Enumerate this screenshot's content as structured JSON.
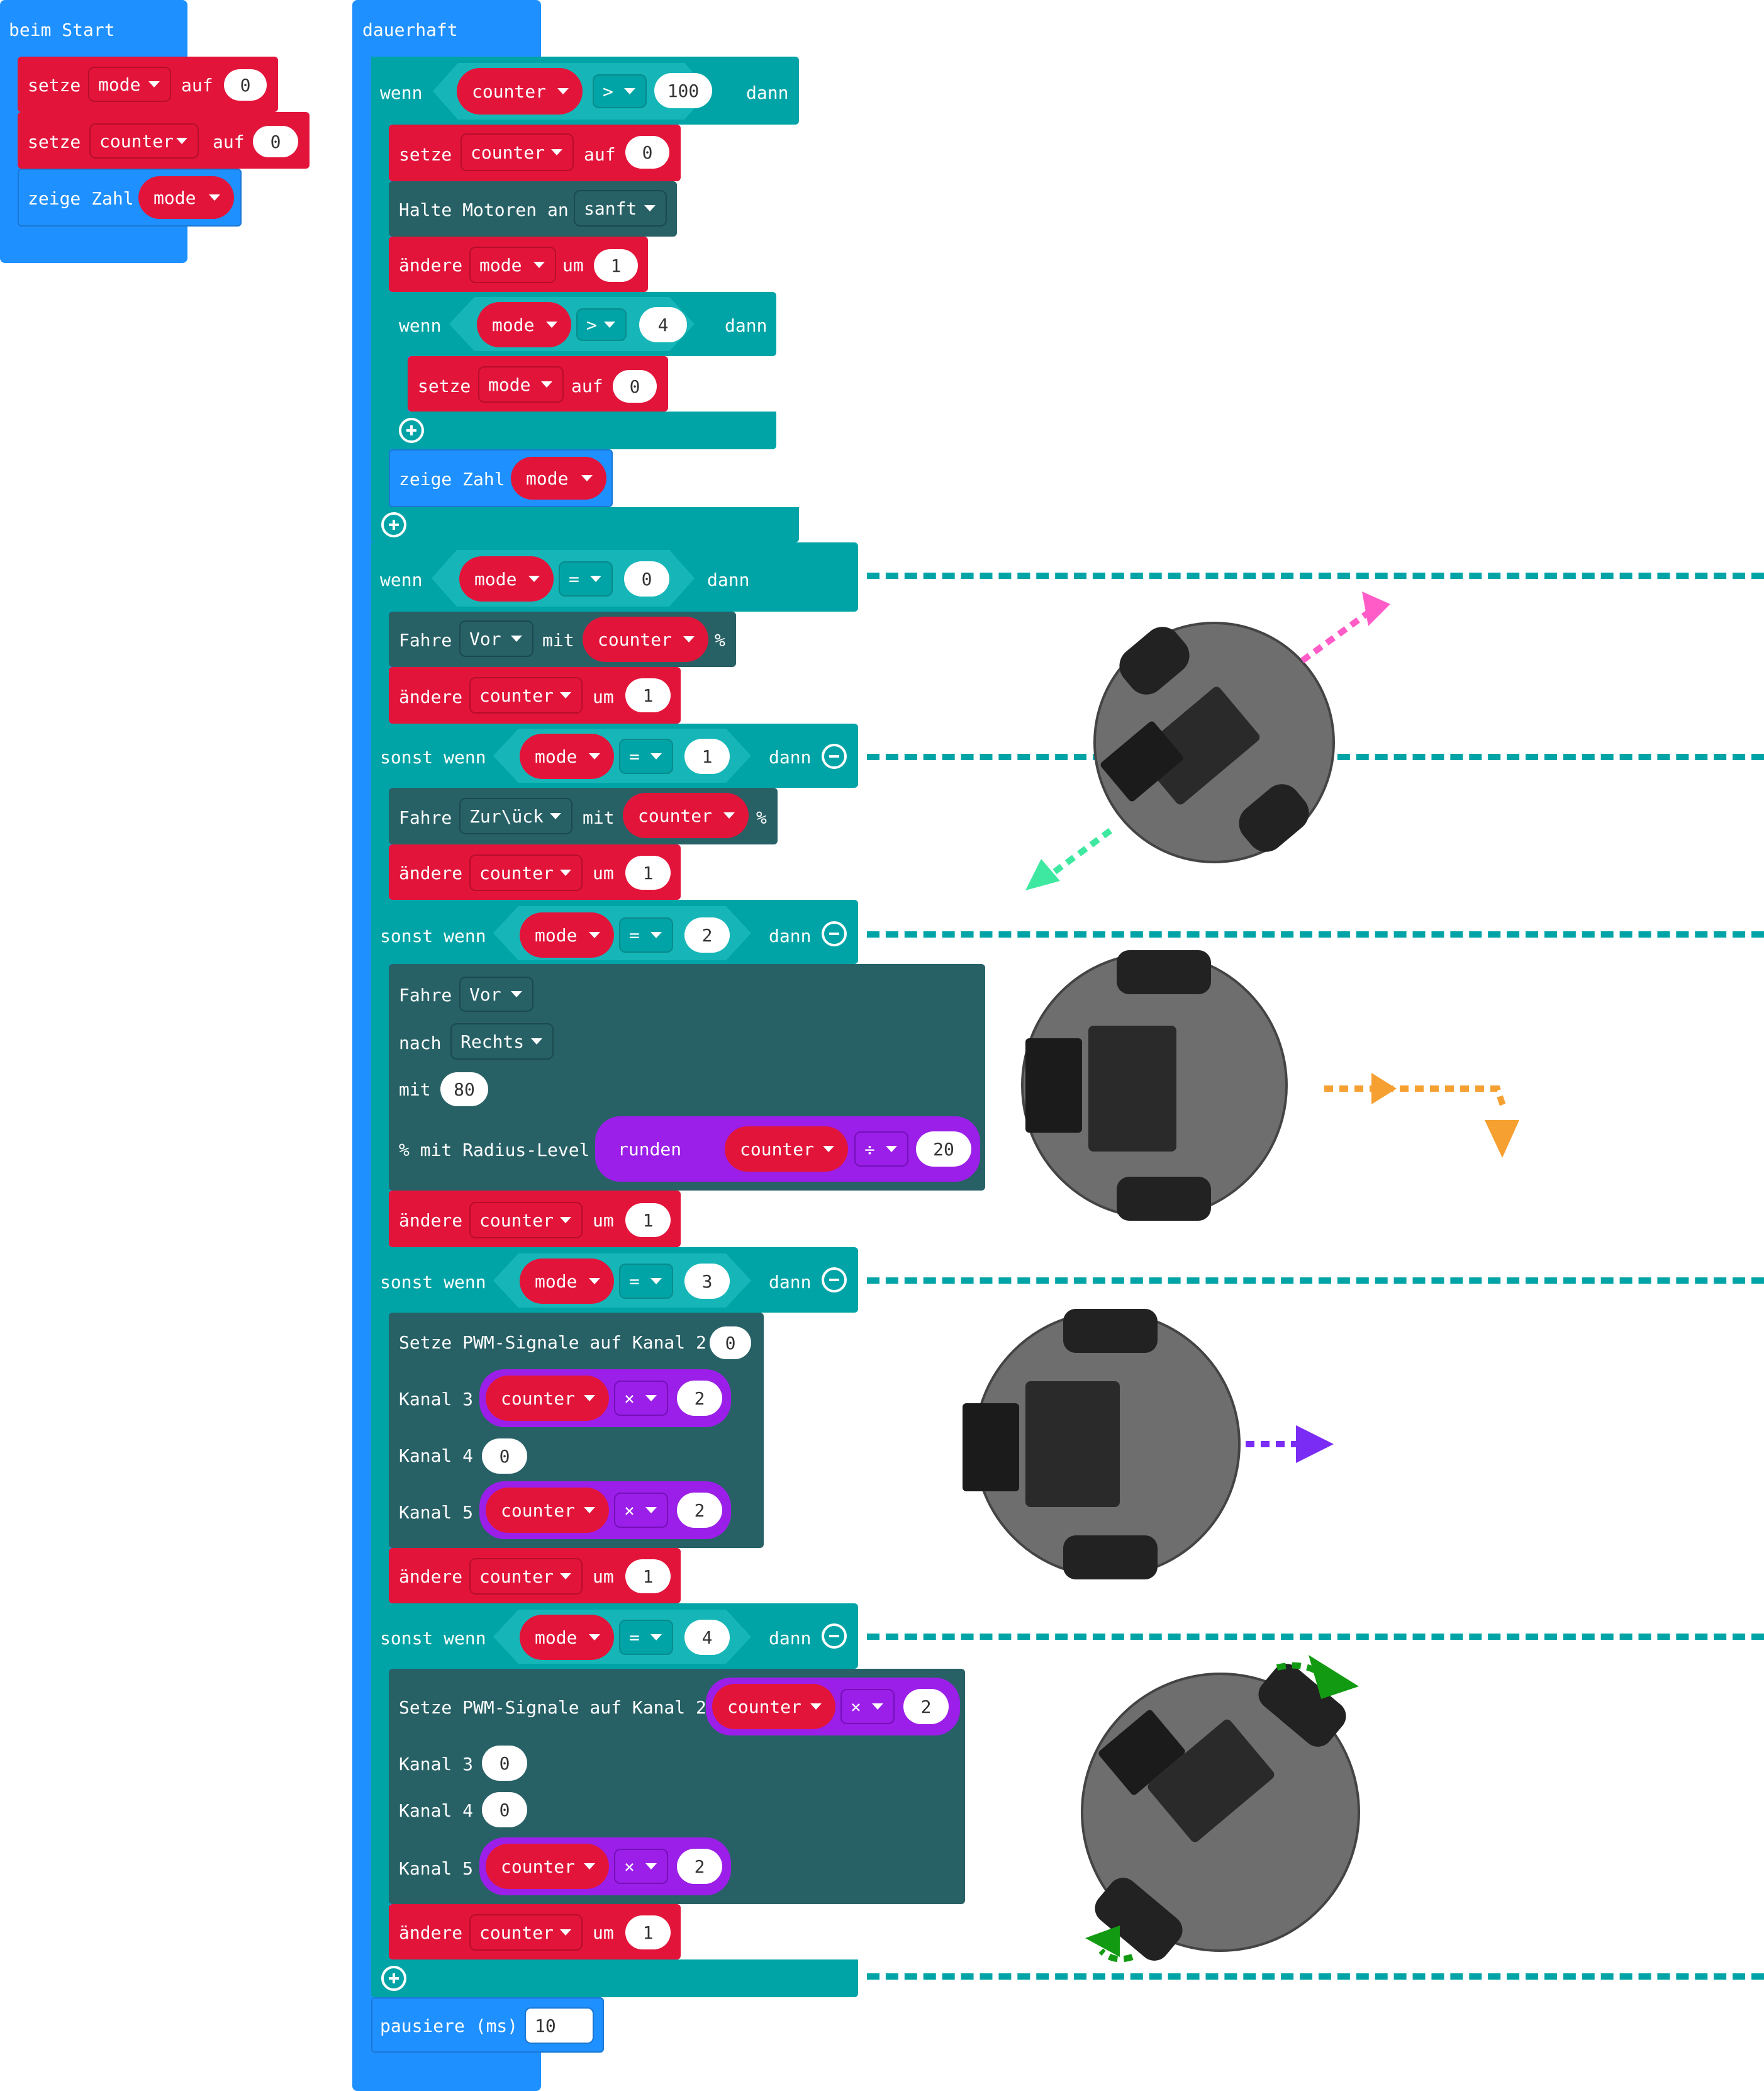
{
  "start": {
    "title": "beim Start",
    "rows": [
      {
        "cmd": "setze",
        "var": "mode",
        "to": "auf",
        "value": "0"
      },
      {
        "cmd": "setze",
        "var": "counter",
        "to": "auf",
        "value": "0"
      }
    ],
    "show": {
      "cmd": "zeige Zahl",
      "var": "mode"
    }
  },
  "forever": {
    "title": "dauerhaft",
    "if1": {
      "wenn": "wenn",
      "var": "counter",
      "op": ">",
      "value": "100",
      "dann": "dann"
    },
    "set_counter": {
      "cmd": "setze",
      "var": "counter",
      "to": "auf",
      "value": "0"
    },
    "halt": {
      "cmd": "Halte Motoren an",
      "option": "sanft"
    },
    "change_mode": {
      "cmd": "ändere",
      "var": "mode",
      "by": "um",
      "value": "1"
    },
    "if2": {
      "wenn": "wenn",
      "var": "mode",
      "op": ">",
      "value": "4",
      "dann": "dann"
    },
    "set_mode": {
      "cmd": "setze",
      "var": "mode",
      "to": "auf",
      "value": "0"
    },
    "show_mode": {
      "cmd": "zeige Zahl",
      "var": "mode"
    },
    "branch0": {
      "wenn": "wenn",
      "var": "mode",
      "op": "=",
      "value": "0",
      "dann": "dann",
      "drive": {
        "cmd": "Fahre",
        "dir": "Vor",
        "mit": "mit",
        "var": "counter",
        "pct": "%"
      }
    },
    "branch1": {
      "wenn": "sonst wenn",
      "var": "mode",
      "op": "=",
      "value": "1",
      "dann": "dann",
      "drive": {
        "cmd": "Fahre",
        "dir": "Zur\\ück",
        "mit": "mit",
        "var": "counter",
        "pct": "%"
      }
    },
    "branch2": {
      "wenn": "sonst wenn",
      "var": "mode",
      "op": "=",
      "value": "2",
      "dann": "dann",
      "drive": {
        "cmd": "Fahre",
        "dir": "Vor",
        "nach": "nach",
        "turn": "Rechts",
        "mit": "mit",
        "speed": "80",
        "radius": "% mit Radius-Level",
        "round": "runden",
        "var": "counter",
        "op": "÷",
        "div": "20"
      }
    },
    "branch3": {
      "wenn": "sonst wenn",
      "var": "mode",
      "op": "=",
      "value": "3",
      "dann": "dann",
      "pwm": {
        "title": "Setze PWM-Signale auf Kanal 2",
        "k2": "0",
        "k3": "Kanal 3",
        "k4": "Kanal 4",
        "k4v": "0",
        "k5": "Kanal 5",
        "var": "counter",
        "op": "×",
        "mul": "2"
      }
    },
    "branch4": {
      "wenn": "sonst wenn",
      "var": "mode",
      "op": "=",
      "value": "4",
      "dann": "dann",
      "pwm": {
        "title": "Setze PWM-Signale auf Kanal 2",
        "k3": "Kanal 3",
        "k3v": "0",
        "k4": "Kanal 4",
        "k4v": "0",
        "k5": "Kanal 5",
        "var": "counter",
        "op": "×",
        "mul": "2"
      }
    },
    "change_counter": {
      "cmd": "ändere",
      "var": "counter",
      "by": "um",
      "value": "1"
    },
    "pause": {
      "cmd": "pausiere (ms)",
      "value": "10"
    }
  },
  "colors": {
    "teal": "#00a4a6",
    "red": "#e3143a",
    "blue": "#1e90ff",
    "dark": "#276166",
    "purple": "#9b1fe8",
    "arrow_pink": "#ff5cc8",
    "arrow_green_light": "#3ee8a0",
    "arrow_orange": "#f5a030",
    "arrow_violet": "#7a2cf5",
    "arrow_green": "#129a12"
  }
}
